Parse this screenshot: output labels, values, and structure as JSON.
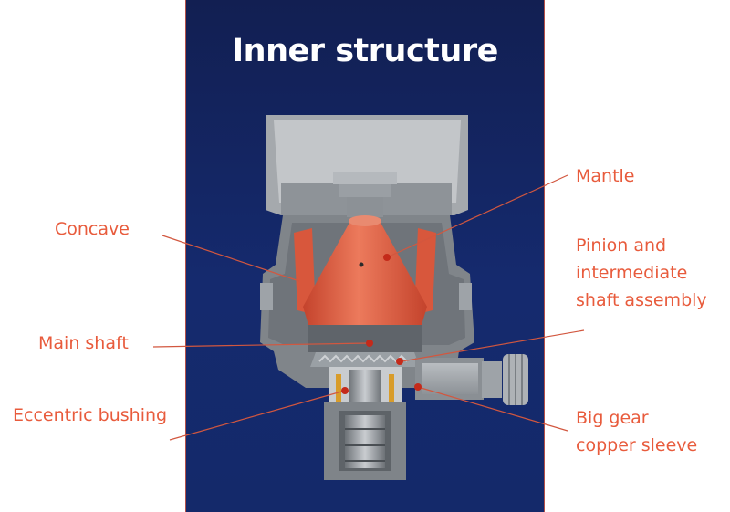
{
  "title": "Inner structure",
  "labels": {
    "mantle": "Mantle",
    "concave": "Concave",
    "pinion_line1": "Pinion and",
    "pinion_line2": "intermediate",
    "pinion_line3": "shaft assembly",
    "main_shaft": "Main shaft",
    "eccentric_bushing": "Eccentric bushing",
    "big_gear_line1": "Big gear",
    "big_gear_line2": "copper sleeve"
  },
  "colors": {
    "panel": "#152a6e",
    "label": "#e85b3c",
    "mantle": "#e0644a",
    "frame": "#7f8489"
  }
}
